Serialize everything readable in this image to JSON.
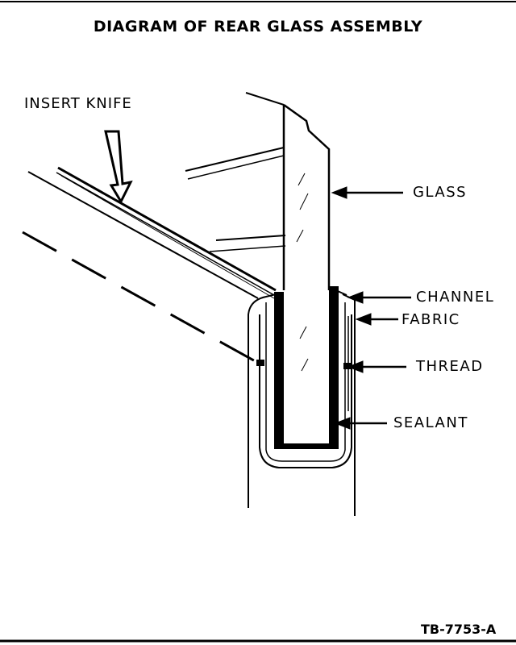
{
  "title": "DIAGRAM OF REAR GLASS ASSEMBLY",
  "labels": {
    "insert_knife": "INSERT KNIFE",
    "glass": "GLASS",
    "channel": "CHANNEL",
    "fabric": "FABRIC",
    "thread": "THREAD",
    "sealant": "SEALANT"
  },
  "figure_ref": "TB-7753-A"
}
